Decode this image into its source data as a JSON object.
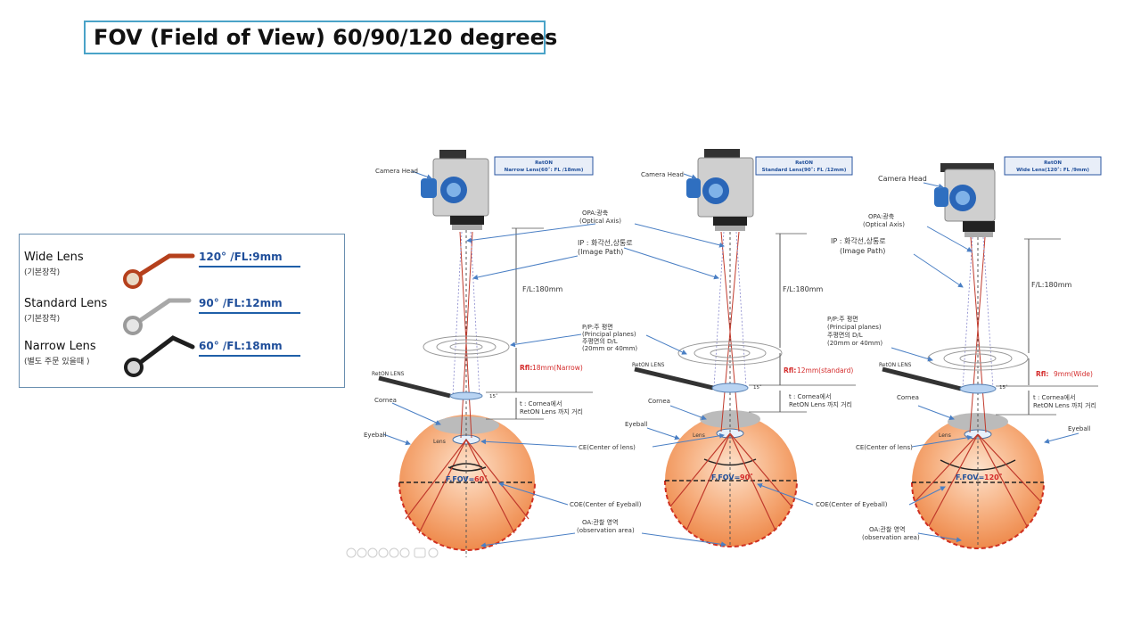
{
  "title": "FOV (Field of View) 60/90/120 degrees",
  "legend": [
    {
      "name": "Wide Lens",
      "sub": "(기본장착)",
      "spec": "120° /FL:9mm",
      "color": "#b5401c"
    },
    {
      "name": "Standard Lens",
      "sub": "(기본장착)",
      "spec": "90° /FL:12mm",
      "color": "#9a9a9a"
    },
    {
      "name": "Narrow Lens",
      "sub": "(별도 주문 있을때 )",
      "spec": "60° /FL:18mm",
      "color": "#1e1e1e"
    }
  ],
  "panels": [
    {
      "badge_line1": "RetON",
      "badge_line2": "Narrow  Lens(60˚: FL /18mm)",
      "fov_label": "F.FOV=",
      "fov_value": "60˚",
      "rfl_value": "18mm(Narrow)"
    },
    {
      "badge_line1": "RetON",
      "badge_line2": "Standard  Lens(90˚: FL /12mm)",
      "fov_label": "F.FOV=",
      "fov_value": "90˚",
      "rfl_value": "12mm(standard)"
    },
    {
      "badge_line1": "RetON",
      "badge_line2": "Wide  Lens(120˚: FL /9mm)",
      "fov_label": "F.FOV=",
      "fov_value": "120˚",
      "rfl_value": "9mm(Wide)"
    }
  ],
  "labels": {
    "camera_head": "Camera Head",
    "retón_lens": "RetON LENS",
    "cornea": "Cornea",
    "eyeball": "Eyeball",
    "lens": "Lens",
    "fl": "F/L:180mm",
    "rfl": "Rfl:",
    "deg15": "15˚",
    "opa1": "OPA:광축",
    "opa2": "(Optical Axis)",
    "ip1": "IP : 화각선,상통로",
    "ip2": "(Image Path)",
    "pp1": "P/P:주 평면",
    "pp2": "(Principal planes)",
    "pp3": "주평면의 D/L",
    "pp4": "(20mm or 40mm)",
    "t1": "t : Cornea에서",
    "t2": "RetON Lens 까지 거리",
    "ce": "CE(Center of lens)",
    "coe": "COE(Center of Eyeball)",
    "oa1": "OA:관찰 영역",
    "oa2": "(observation area)"
  },
  "colors": {
    "accent_blue": "#1f4e9a",
    "red_label": "#d42b2b",
    "eye_orange": "#f29a5e",
    "arrow_blue": "#4a7fc4"
  }
}
